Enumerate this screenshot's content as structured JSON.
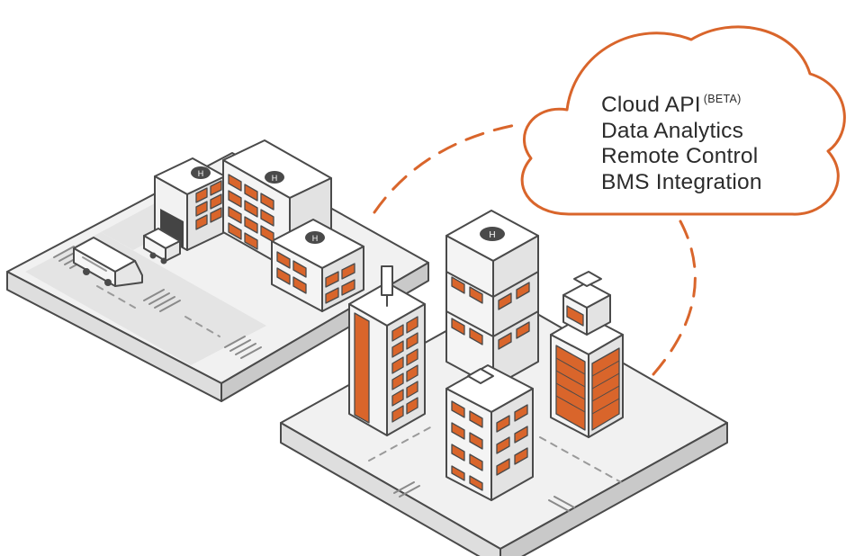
{
  "cloud": {
    "features": [
      {
        "label": "Cloud API",
        "badge": "(BETA)"
      },
      {
        "label": "Data Analytics"
      },
      {
        "label": "Remote Control"
      },
      {
        "label": "BMS Integration"
      }
    ]
  },
  "icons": {
    "helipad": "helipad-icon",
    "cloud": "cloud-icon"
  },
  "colors": {
    "accent": "#d9652b",
    "outline": "#4a4a4a",
    "platform_top": "#f0f0f0",
    "platform_side": "#dcdcdc",
    "building_face": "#f6f6f6"
  }
}
